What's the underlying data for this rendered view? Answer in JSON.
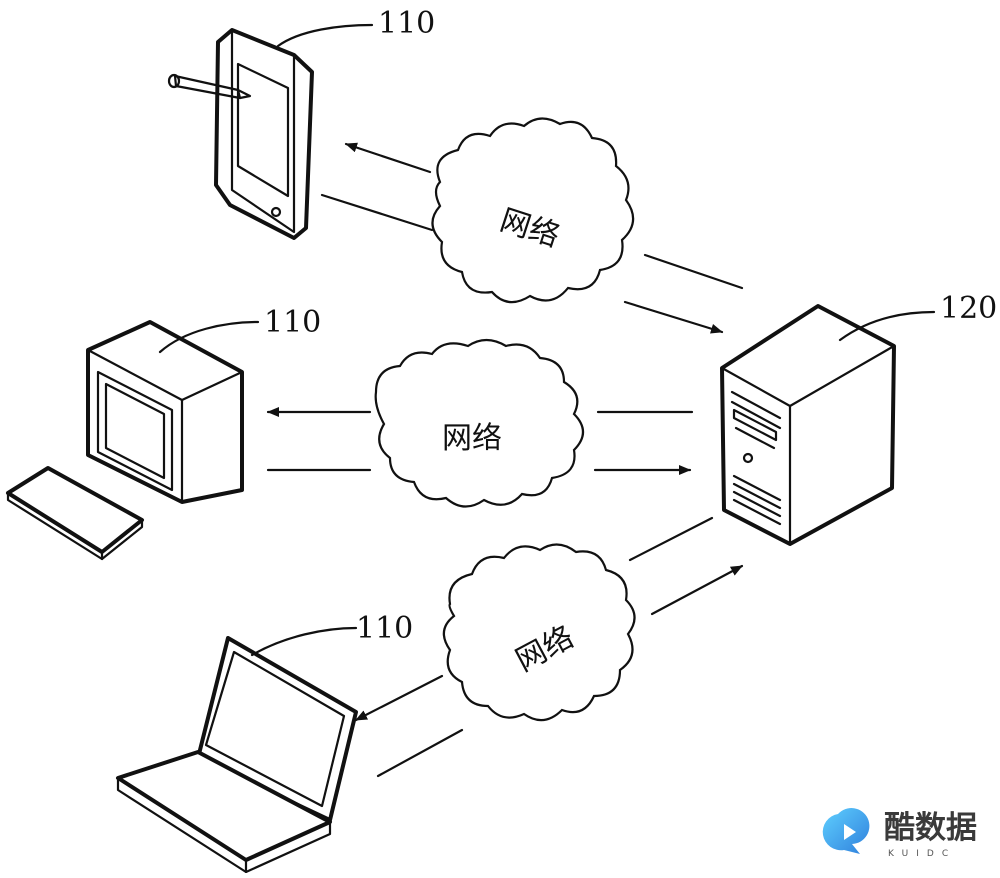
{
  "diagram": {
    "terminal_label": "110",
    "server_label": "120",
    "network_label": "网络"
  },
  "watermark": {
    "brand_text": "酷数据",
    "brand_sub": "KUIDC",
    "accent_color": "#37a6e8"
  }
}
